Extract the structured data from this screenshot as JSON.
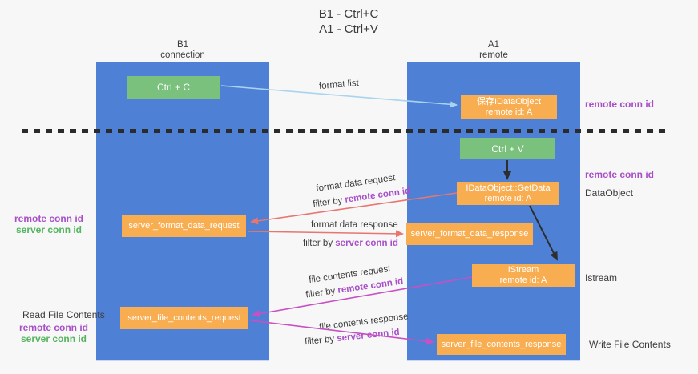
{
  "title": {
    "line1": "B1 - Ctrl+C",
    "line2": "A1 - Ctrl+V"
  },
  "columns": {
    "left": {
      "name": "B1",
      "subtitle": "connection"
    },
    "right": {
      "name": "A1",
      "subtitle": "remote"
    }
  },
  "nodes": {
    "ctrl_c": {
      "label": "Ctrl + C"
    },
    "ctrl_v": {
      "label": "Ctrl + V"
    },
    "save_idataobject": {
      "line1": "保存IDataObject",
      "line2": "remote id: A"
    },
    "idataobject_getdata": {
      "line1": "IDataObject::GetData",
      "line2": "remote id: A"
    },
    "istream": {
      "line1": "IStream",
      "line2": "remote id: A"
    },
    "server_format_data_request": {
      "label": "server_format_data_request"
    },
    "server_format_data_response": {
      "label": "server_format_data_response"
    },
    "server_file_contents_request": {
      "label": "server_file_contents_request"
    },
    "server_file_contents_response": {
      "label": "server_file_contents_response"
    }
  },
  "annotations": {
    "remote_conn_id_top": "remote conn id",
    "remote_conn_id_mid": "remote conn id",
    "dataobject": "DataObject",
    "istream": "Istream",
    "write_file_contents": "Write File Contents",
    "read_file_contents": "Read File Contents",
    "left_pair_format": {
      "remote": "remote conn id",
      "server": "server conn id"
    },
    "left_pair_file": {
      "remote": "remote conn id",
      "server": "server conn id"
    }
  },
  "edges": {
    "format_list": {
      "label": "format list"
    },
    "format_data_request": {
      "label": "format data request",
      "filter_prefix": "filter by",
      "filter_key": "remote conn id"
    },
    "format_data_response": {
      "label": "format data response",
      "filter_prefix": "filter by",
      "filter_key": "server conn id"
    },
    "file_contents_request": {
      "label": "file contents request",
      "filter_prefix": "filter by",
      "filter_key": "remote conn id"
    },
    "file_contents_response": {
      "label": "file contents response",
      "filter_prefix": "filter by",
      "filter_key": "server conn id"
    }
  },
  "colors": {
    "lifeline_blue": "#4e81d5",
    "node_orange": "#f9ad51",
    "node_green": "#7ac17e",
    "remote_conn_purple": "#a84fc8",
    "server_conn_green": "#55b45f",
    "request_arrow_salmon": "#e8756e",
    "file_arrow_magenta": "#c750c3",
    "format_list_arrow_blue": "#a9d3ee",
    "black_arrow": "#2e2e2e"
  }
}
